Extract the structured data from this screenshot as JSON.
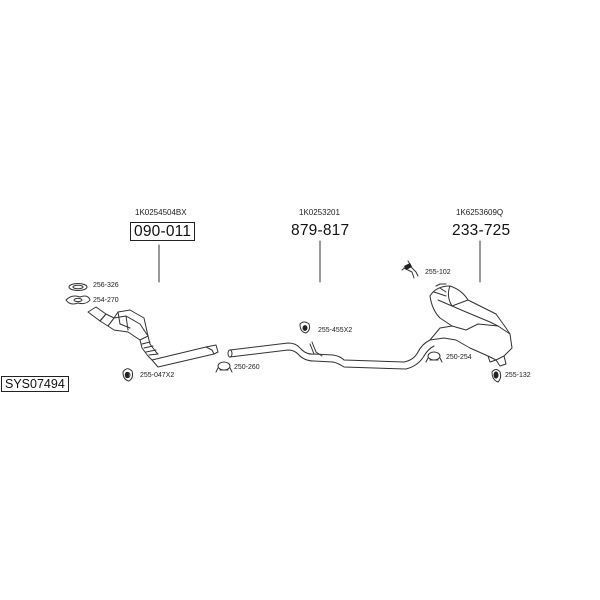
{
  "diagram_id": "SYS07494",
  "assemblies": [
    {
      "oem": "1K0254504BX",
      "part": "090-011",
      "boxed": true
    },
    {
      "oem": "1K0253201",
      "part": "879-817",
      "boxed": false
    },
    {
      "oem": "1K6253609Q",
      "part": "233-725",
      "boxed": false
    }
  ],
  "parts": {
    "gasket_ring": "256-326",
    "flange_gasket": "254-270",
    "rubber_hanger_front": "255-047X2",
    "clamp_front": "250-260",
    "rubber_hanger_mid": "255-455X2",
    "bracket_rear": "255-102",
    "clamp_rear": "250-254",
    "rubber_mount_rear": "255-132"
  }
}
